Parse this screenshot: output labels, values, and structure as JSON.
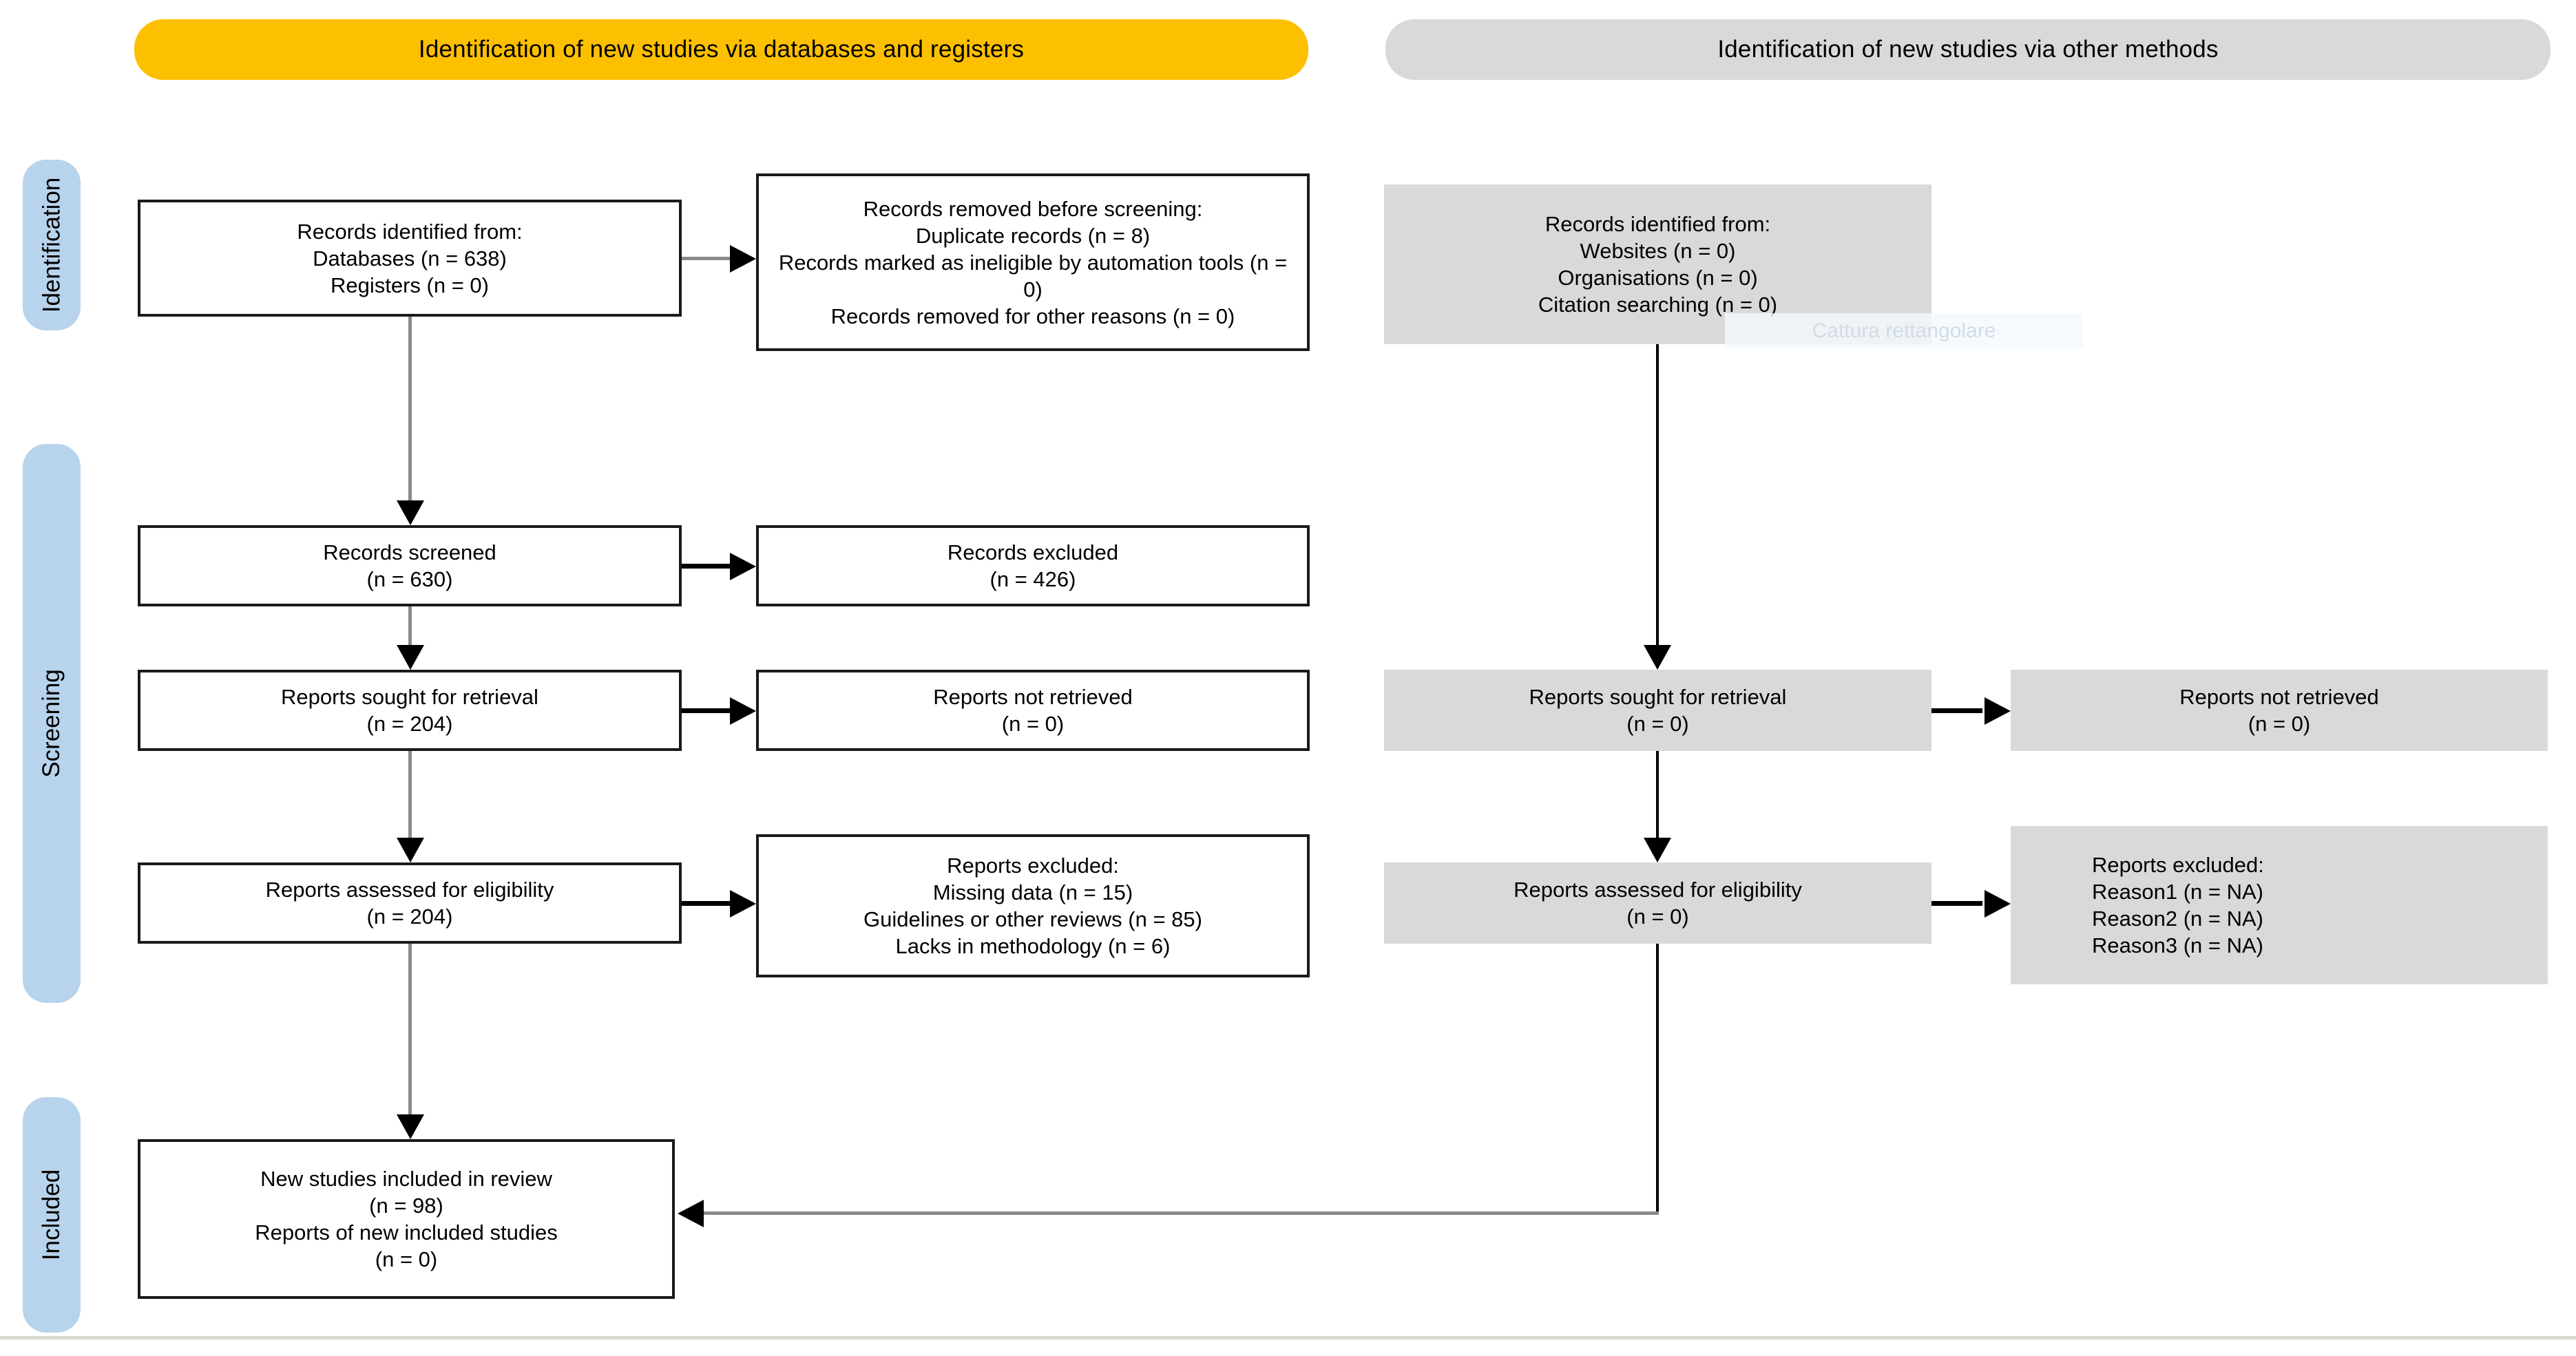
{
  "banners": {
    "databases": "Identification of new studies via databases and registers",
    "other": "Identification of new studies via other methods"
  },
  "stages": {
    "identification": "Identification",
    "screening": "Screening",
    "included": "Included"
  },
  "boxes": {
    "records_identified_db": {
      "line1": "Records identified from:",
      "line2": "Databases (n = 638)",
      "line3": "Registers (n = 0)"
    },
    "records_removed": {
      "line1": "Records removed before screening:",
      "line2": "Duplicate records (n = 8)",
      "line3": "Records marked as ineligible by automation tools (n = 0)",
      "line4": "Records removed for other reasons (n = 0)"
    },
    "records_screened": {
      "line1": "Records screened",
      "line2": "(n = 630)"
    },
    "records_excluded": {
      "line1": "Records excluded",
      "line2": "(n = 426)"
    },
    "reports_sought_db": {
      "line1": "Reports sought for retrieval",
      "line2": "(n = 204)"
    },
    "reports_not_retrieved_db": {
      "line1": "Reports not retrieved",
      "line2": "(n = 0)"
    },
    "reports_assessed_db": {
      "line1": "Reports assessed for eligibility",
      "line2": "(n = 204)"
    },
    "reports_excluded_db": {
      "line1": "Reports excluded:",
      "line2": "Missing data (n = 15)",
      "line3": "Guidelines or other reviews (n = 85)",
      "line4": "Lacks in methodology (n = 6)"
    },
    "included_review": {
      "line1": "New studies included in review",
      "line2": "(n = 98)",
      "line3": "Reports of new included studies",
      "line4": "(n = 0)"
    },
    "records_identified_other": {
      "line1": "Records identified from:",
      "line2": "Websites (n = 0)",
      "line3": "Organisations (n = 0)",
      "line4": "Citation searching (n = 0)"
    },
    "reports_sought_other": {
      "line1": "Reports sought for retrieval",
      "line2": "(n = 0)"
    },
    "reports_not_retrieved_other": {
      "line1": "Reports not retrieved",
      "line2": "(n = 0)"
    },
    "reports_assessed_other": {
      "line1": "Reports assessed for eligibility",
      "line2": "(n = 0)"
    },
    "reports_excluded_other": {
      "line1": "Reports excluded:",
      "line2": "Reason1 (n = NA)",
      "line3": "Reason2 (n = NA)",
      "line4": "Reason3 (n = NA)"
    }
  },
  "overlay": {
    "tooltip": "Cattura rettangolare"
  },
  "colors": {
    "banner_yellow": "#FDC000",
    "banner_gray": "#D9D9D9",
    "stage_blue": "#B8D3EC",
    "box_gray": "#D9D9D9",
    "connector_gray": "#8a8a8a",
    "connector_black": "#000000"
  }
}
